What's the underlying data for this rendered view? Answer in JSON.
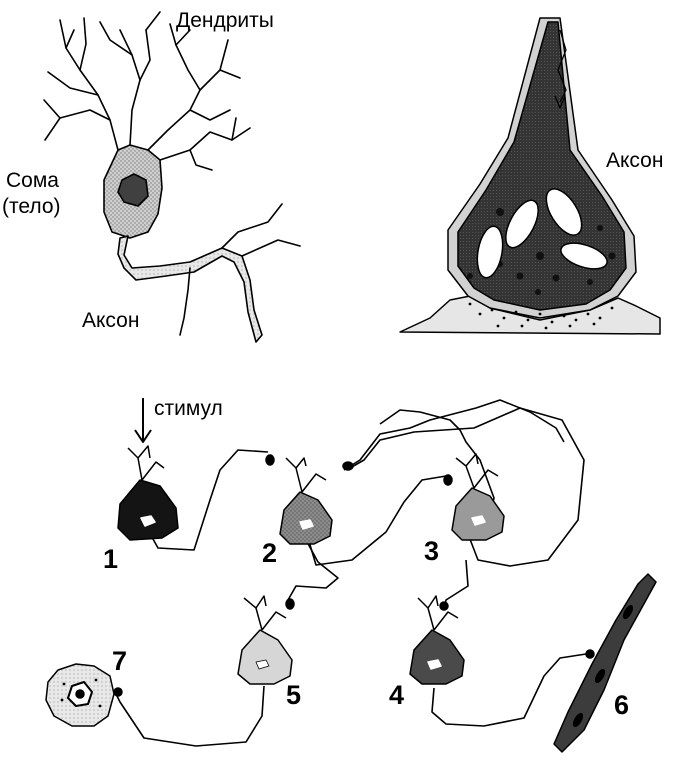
{
  "labels": {
    "dendrites": "Дендриты",
    "soma_line1": "Сома",
    "soma_line2": "(тело)",
    "axon_neuron": "Аксон",
    "axon_synapse": "Аксон",
    "stimulus": "стимул"
  },
  "cell_numbers": [
    "1",
    "2",
    "3",
    "4",
    "5",
    "6",
    "7"
  ],
  "colors": {
    "ink": "#000000",
    "soma_fill": "#a8a8a8",
    "nucleus_fill": "#404040",
    "terminal_dark": "#3a3a3a",
    "membrane_light": "#dcdcdc",
    "cell1": "#141414",
    "cell2": "#8c8c8c",
    "cell3": "#9a9a9a",
    "cell4": "#4a4a4a",
    "cell5": "#cfcfcf",
    "muscle": "#3c3c3c",
    "gland": "#e6e6e6"
  }
}
